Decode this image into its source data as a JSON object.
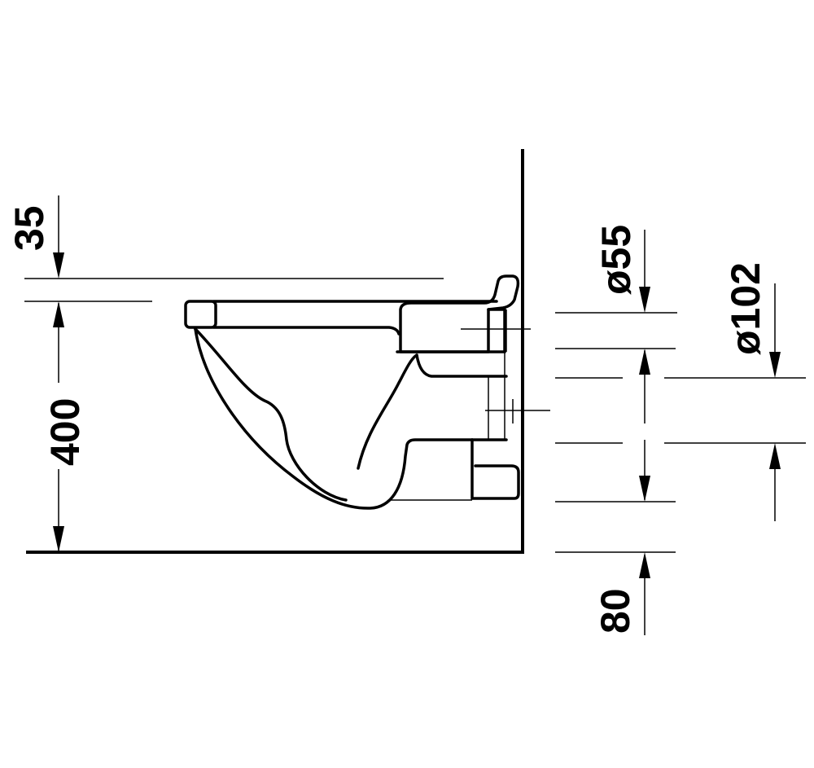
{
  "dimensions": {
    "top_offset": "35",
    "height": "400",
    "pipe_small": "ø55",
    "pipe_large": "ø102",
    "bottom_offset": "80"
  },
  "colors": {
    "ink": "#000000",
    "background": "#ffffff"
  }
}
